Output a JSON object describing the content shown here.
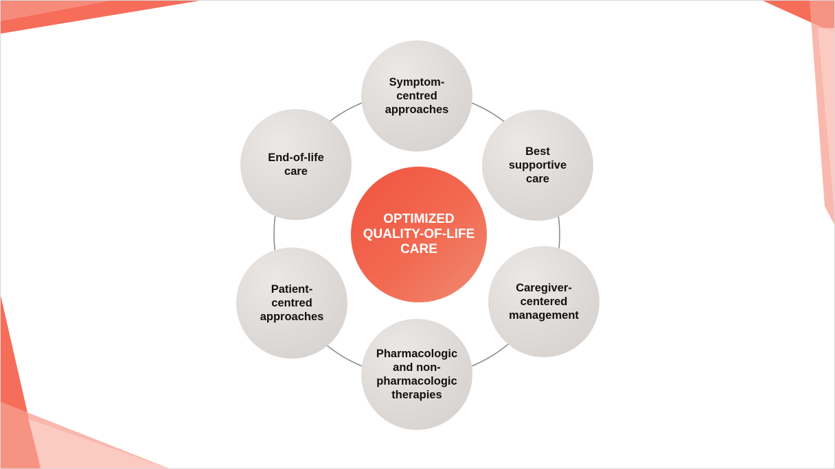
{
  "center": {
    "label": "OPTIMIZED\nQUALITY-OF-LIFE\nCARE"
  },
  "nodes": [
    {
      "label": "Symptom-\ncentred\napproaches"
    },
    {
      "label": "Best\nsupportive\ncare"
    },
    {
      "label": "Caregiver-\ncentered\nmanagement"
    },
    {
      "label": "Pharmacologic\nand non-\npharmacologic\ntherapies"
    },
    {
      "label": "Patient-\ncentred\napproaches"
    },
    {
      "label": "End-of-life\ncare"
    }
  ],
  "colors": {
    "accent": "#f0533f",
    "node_fill": "#dcd8d6",
    "ring": "#8c8c8c"
  }
}
